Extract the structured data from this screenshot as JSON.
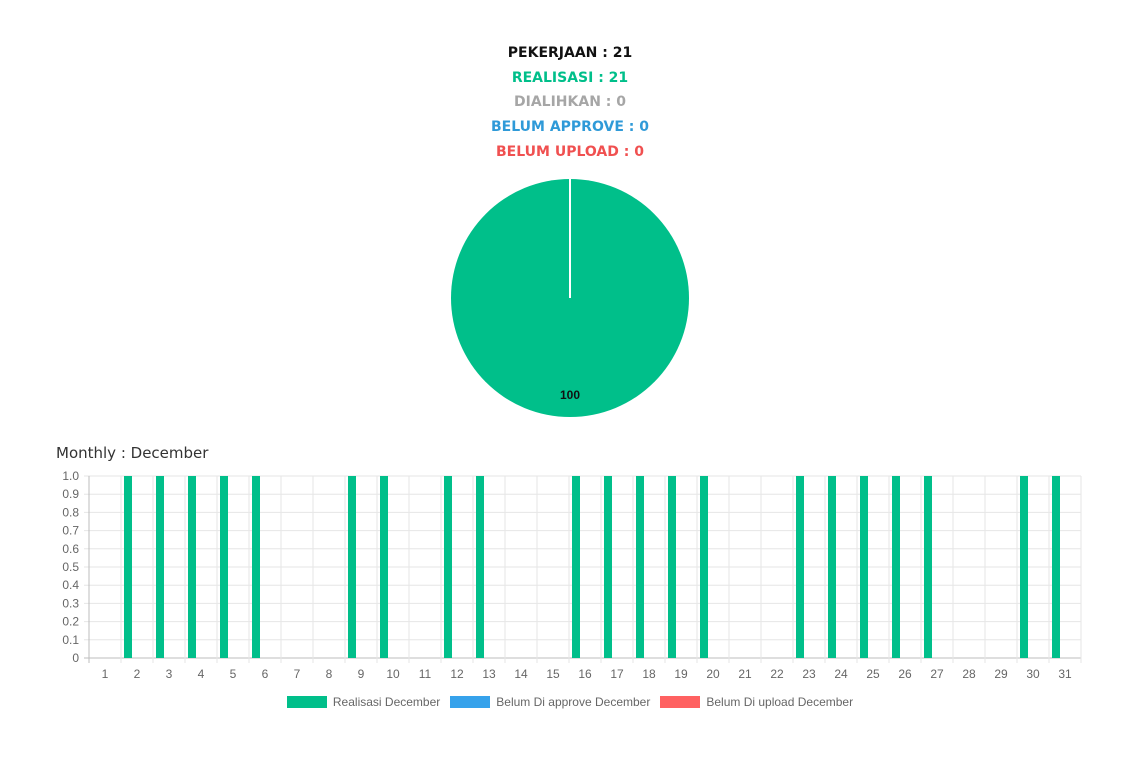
{
  "summary": {
    "pekerjaan": "PEKERJAAN : 21",
    "realisasi": "REALISASI : 21",
    "dialihkan": "DIALIHKAN : 0",
    "belum_approve": "BELUM APPROVE : 0",
    "belum_upload": "BELUM UPLOAD : 0"
  },
  "colors": {
    "pekerjaan": "#111111",
    "realisasi": "#00bf8a",
    "dialihkan": "#a6a6a6",
    "belum_approve": "#2f9ad8",
    "belum_upload": "#f05050"
  },
  "monthly_title": "Monthly : December",
  "chart_data": [
    {
      "type": "pie",
      "values": [
        100
      ],
      "data_labels": [
        "100"
      ],
      "colors": [
        "#00bf8a"
      ]
    },
    {
      "type": "bar",
      "categories": [
        "1",
        "2",
        "3",
        "4",
        "5",
        "6",
        "7",
        "8",
        "9",
        "10",
        "11",
        "12",
        "13",
        "14",
        "15",
        "16",
        "17",
        "18",
        "19",
        "20",
        "21",
        "22",
        "23",
        "24",
        "25",
        "26",
        "27",
        "28",
        "29",
        "30",
        "31"
      ],
      "series": [
        {
          "name": "Realisasi December",
          "color": "#00bf8a",
          "values": [
            0,
            1,
            1,
            1,
            1,
            1,
            0,
            0,
            1,
            1,
            0,
            1,
            1,
            0,
            0,
            1,
            1,
            1,
            1,
            1,
            0,
            0,
            1,
            1,
            1,
            1,
            1,
            0,
            0,
            1,
            1
          ]
        },
        {
          "name": "Belum Di approve December",
          "color": "#36a2eb",
          "values": [
            0,
            0,
            0,
            0,
            0,
            0,
            0,
            0,
            0,
            0,
            0,
            0,
            0,
            0,
            0,
            0,
            0,
            0,
            0,
            0,
            0,
            0,
            0,
            0,
            0,
            0,
            0,
            0,
            0,
            0,
            0
          ]
        },
        {
          "name": "Belum Di upload December",
          "color": "#ff6161",
          "values": [
            0,
            0,
            0,
            0,
            0,
            0,
            0,
            0,
            0,
            0,
            0,
            0,
            0,
            0,
            0,
            0,
            0,
            0,
            0,
            0,
            0,
            0,
            0,
            0,
            0,
            0,
            0,
            0,
            0,
            0,
            0
          ]
        }
      ],
      "yticks": [
        "0",
        "0.1",
        "0.2",
        "0.3",
        "0.4",
        "0.5",
        "0.6",
        "0.7",
        "0.8",
        "0.9",
        "1.0"
      ],
      "ylim": [
        0,
        1
      ],
      "grid": true,
      "legend": "bottom"
    }
  ]
}
